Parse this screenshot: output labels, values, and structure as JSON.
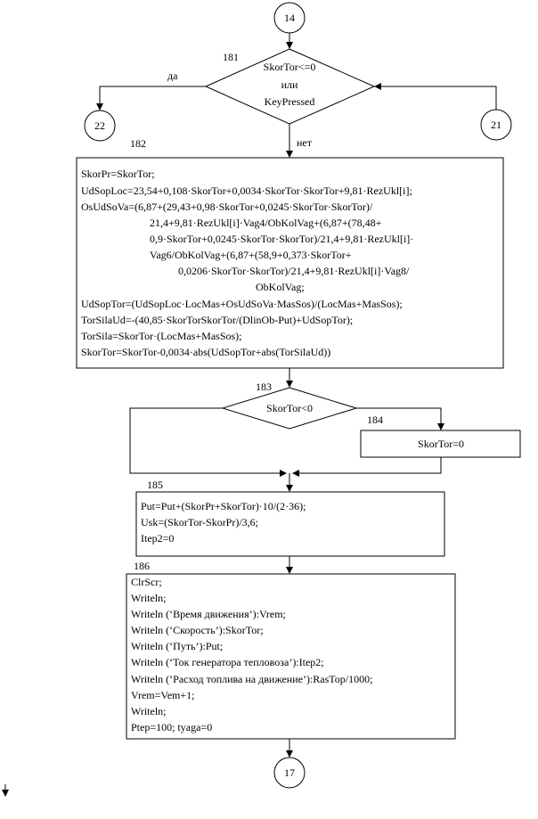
{
  "connectors": {
    "c14": "14",
    "c22": "22",
    "c21": "21",
    "c17": "17"
  },
  "blocks": {
    "b181": {
      "id": "181",
      "lines": [
        "SkorTor<=0",
        "или",
        "KeyPressed"
      ],
      "yes": "да",
      "no": "нет"
    },
    "b182": {
      "id": "182",
      "lines": [
        "SkorPr=SkorTor;",
        "UdSopLoc=23,54+0,108·SkorTor+0,0034·SkorTor·SkorTor+9,81·RezUkl[i];",
        "OsUdSoVa=(6,87+(29,43+0,98·SkorTor+0,0245·SkorTor·SkorTor)/",
        "21,4+9,81·RezUkl[i]·Vag4/ObKolVag+(6,87+(78,48+",
        "0,9·SkorTor+0,0245·SkorTor·SkorTor)/21,4+9,81·RezUkl[i]·",
        "Vag6/ObKolVag+(6,87+(58,9+0,373·SkorTor+",
        "0,0206·SkorTor·SkorTor)/21,4+9,81·RezUkl[i]·Vag8/",
        "ObKolVag;",
        "UdSopTor=(UdSopLoc·LocMas+OsUdSoVa·MasSos)/(LocMas+MasSos);",
        "TorSilaUd=-(40,85·SkorTorSkorTor/(DlinOb-Put)+UdSopTor);",
        "TorSila=SkorTor·(LocMas+MasSos);",
        "SkorTor=SkorTor-0,0034·abs(UdSopTor+abs(TorSilaUd))"
      ]
    },
    "b183": {
      "id": "183",
      "lines": [
        "SkorTor<0"
      ]
    },
    "b184": {
      "id": "184",
      "lines": [
        "SkorTor=0"
      ]
    },
    "b185": {
      "id": "185",
      "lines": [
        "Put=Put+(SkorPr+SkorTor)·10/(2·36);",
        "Usk=(SkorTor-SkorPr)/3,6;",
        "Itep2=0"
      ]
    },
    "b186": {
      "id": "186",
      "lines": [
        "ClrScr;",
        "Writeln;",
        "Writeln (‘Время движения’):Vrem;",
        "Writeln (‘Скорость’):SkorTor;",
        "Writeln (‘Путь’):Put;",
        "Writeln (‘Ток генератора тепловоза’):Itep2;",
        "Writeln (‘Расход топлива на движение’):RasTop/1000;",
        "Vrem=Vem+1;",
        "Writeln;",
        "Ptep=100; tyaga=0"
      ]
    }
  }
}
